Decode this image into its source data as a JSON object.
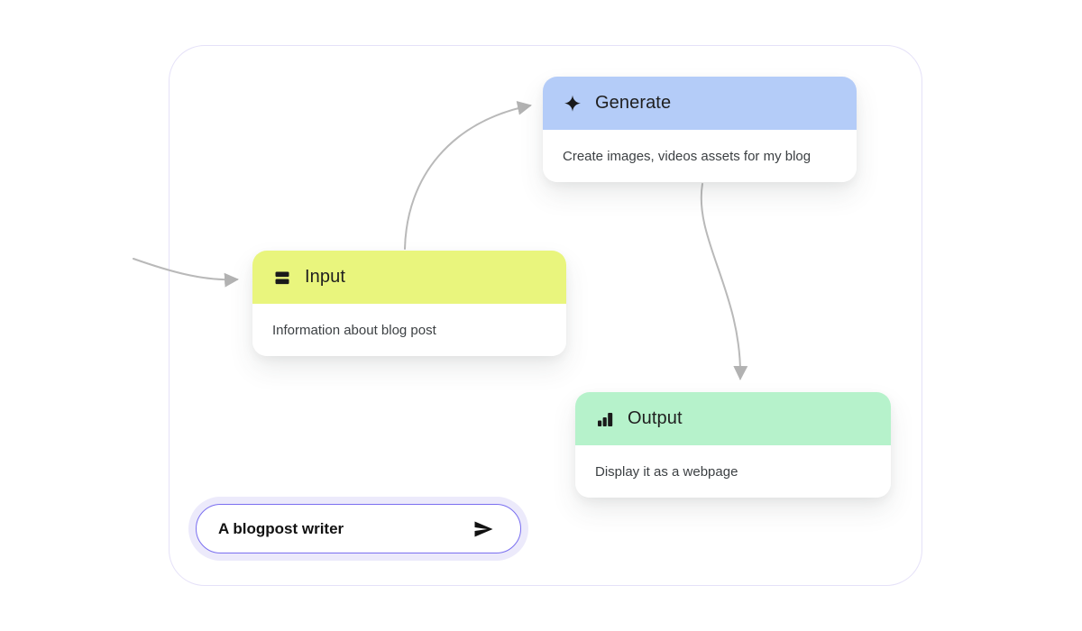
{
  "workflow": {
    "nodes": [
      {
        "id": "input",
        "title": "Input",
        "description": "Information about blog post",
        "header_color": "#e9f57d",
        "icon": "input-bars-icon"
      },
      {
        "id": "generate",
        "title": "Generate",
        "description": "Create images, videos assets for my blog",
        "header_color": "#b4ccf8",
        "icon": "sparkle-icon"
      },
      {
        "id": "output",
        "title": "Output",
        "description": "Display it as a webpage",
        "header_color": "#b6f2cb",
        "icon": "bar-chart-icon"
      }
    ],
    "connections": [
      {
        "from": "canvas-edge",
        "to": "input"
      },
      {
        "from": "input",
        "to": "generate"
      },
      {
        "from": "generate",
        "to": "output"
      }
    ]
  },
  "prompt_bar": {
    "value": "A blogpost writer",
    "send_icon": "send-icon",
    "accent_border_color": "#7a6ff0",
    "halo_color": "#eceafb"
  },
  "colors": {
    "connector": "#b7b7b7",
    "canvas_border": "#e5e1f8",
    "title_text": "#1f1f1f",
    "body_text": "#3c4043",
    "icon_color": "#1a1a1a"
  }
}
